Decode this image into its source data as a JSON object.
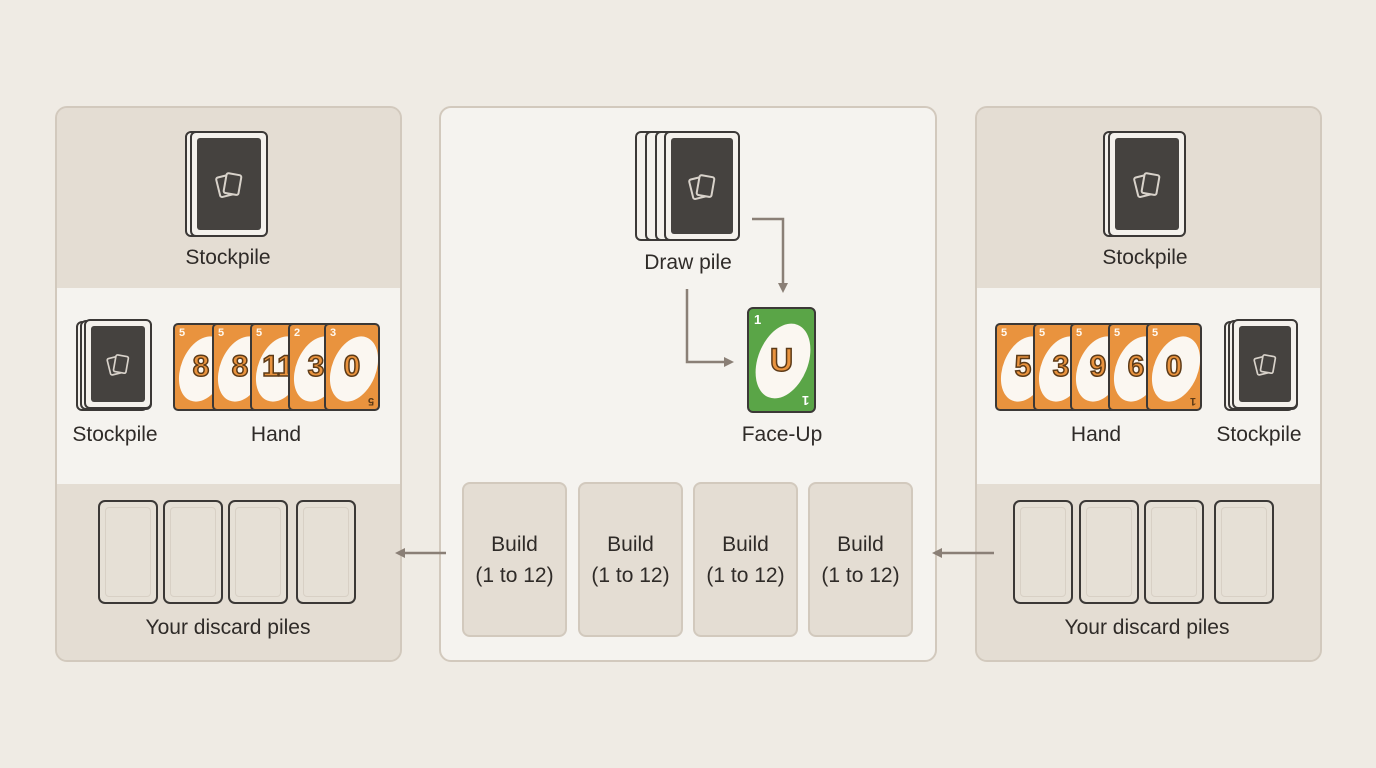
{
  "left_player": {
    "stockpile_top_label": "Stockpile",
    "stockpile_mid_label": "Stockpile",
    "hand_label": "Hand",
    "discard_label": "Your discard piles",
    "hand_cards": [
      {
        "value": "8",
        "corner": "5"
      },
      {
        "value": "8",
        "corner": "5"
      },
      {
        "value": "11",
        "corner": "5"
      },
      {
        "value": "3",
        "corner": "2"
      },
      {
        "value": "0",
        "corner": "3",
        "corner_br": "5"
      }
    ]
  },
  "center": {
    "draw_pile_label": "Draw pile",
    "face_up_label": "Face-Up",
    "face_up_card": {
      "value": "U",
      "corner": "1",
      "corner_br": "1",
      "color": "#5aa547"
    },
    "build_piles": [
      {
        "line1": "Build",
        "line2": "(1 to 12)"
      },
      {
        "line1": "Build",
        "line2": "(1 to 12)"
      },
      {
        "line1": "Build",
        "line2": "(1 to 12)"
      },
      {
        "line1": "Build",
        "line2": "(1 to 12)"
      }
    ]
  },
  "right_player": {
    "stockpile_top_label": "Stockpile",
    "stockpile_mid_label": "Stockpile",
    "hand_label": "Hand",
    "discard_label": "Your discard piles",
    "hand_cards": [
      {
        "value": "5",
        "corner": "5"
      },
      {
        "value": "3",
        "corner": "5"
      },
      {
        "value": "9",
        "corner": "5"
      },
      {
        "value": "6",
        "corner": "5"
      },
      {
        "value": "0",
        "corner": "5",
        "corner_br": "1"
      }
    ]
  },
  "colors": {
    "background": "#efebe4",
    "card_orange": "#e9933e",
    "card_green": "#5aa547",
    "card_back": "#45423f",
    "arrow": "#8a7f76"
  },
  "icons": {
    "card_back": "cards-icon",
    "arrow": "arrow-icon"
  }
}
